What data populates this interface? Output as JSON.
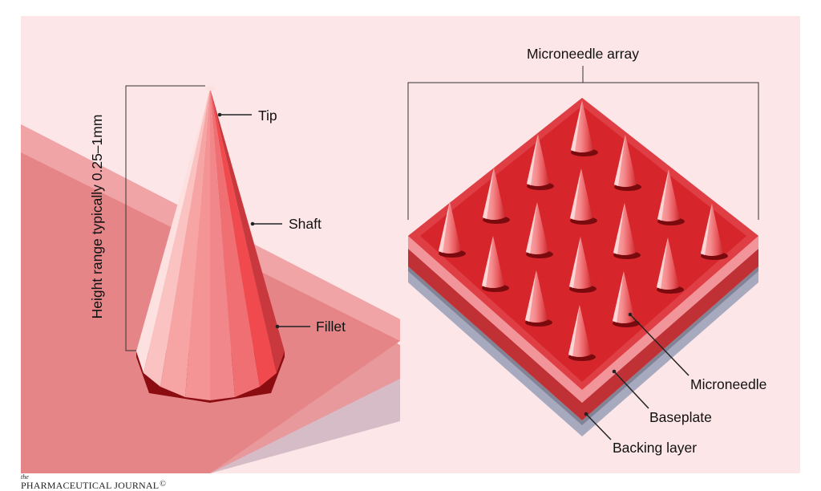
{
  "labels": {
    "height_range": "Height range typically 0.25–1mm",
    "tip": "Tip",
    "shaft": "Shaft",
    "fillet": "Fillet",
    "microneedle_array": "Microneedle array",
    "microneedle": "Microneedle",
    "baseplate": "Baseplate",
    "backing_layer": "Backing layer"
  },
  "credit": {
    "prefix": "the",
    "publication": "PHARMACEUTICAL JOURNAL",
    "copyright": "©"
  },
  "colors": {
    "panel_background": "#fde6e8",
    "needle_light": "#f79b9b",
    "needle_dark": "#c42b30",
    "baseplate_red": "#d6262c",
    "backing_layer": "#a7a9bf"
  },
  "array": {
    "rows": 4,
    "columns": 4
  }
}
